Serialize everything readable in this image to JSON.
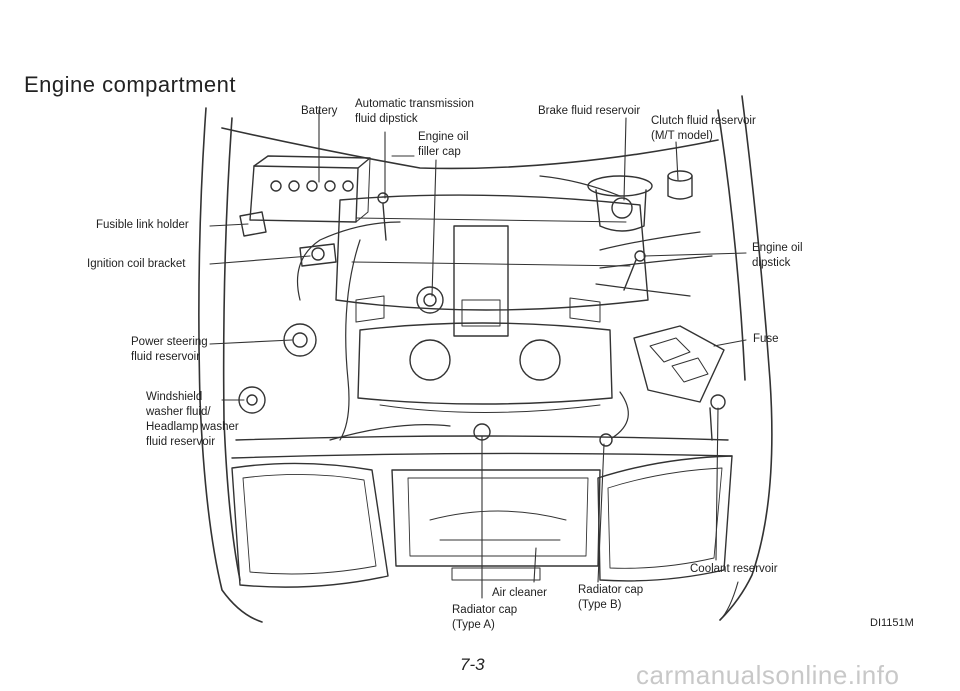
{
  "page": {
    "title": "Engine compartment",
    "page_number": "7-3",
    "figure_code": "DI1151M",
    "watermark": "carmanualsonline.info"
  },
  "labels": {
    "battery": "Battery",
    "at_dipstick": [
      "Automatic transmission",
      "fluid dipstick"
    ],
    "engine_oil_filler_cap": [
      "Engine oil",
      "filler cap"
    ],
    "brake_fluid_reservoir": "Brake fluid reservoir",
    "clutch_fluid_reservoir": [
      "Clutch fluid reservoir",
      "(M/T model)"
    ],
    "fusible_link_holder": "Fusible link holder",
    "ignition_coil_bracket": "Ignition coil bracket",
    "engine_oil_dipstick": [
      "Engine oil",
      "dipstick"
    ],
    "power_steering_fluid_reservoir": [
      "Power steering",
      "fluid reservoir"
    ],
    "fuse": "Fuse",
    "washer_fluid_reservoir": [
      "Windshield",
      "washer fluid/",
      "Headlamp washer",
      "fluid reservoir"
    ],
    "coolant_reservoir": "Coolant reservoir",
    "air_cleaner": "Air cleaner",
    "radiator_cap_type_b": [
      "Radiator cap",
      "(Type B)"
    ],
    "radiator_cap_type_a": [
      "Radiator cap",
      "(Type A)"
    ]
  }
}
